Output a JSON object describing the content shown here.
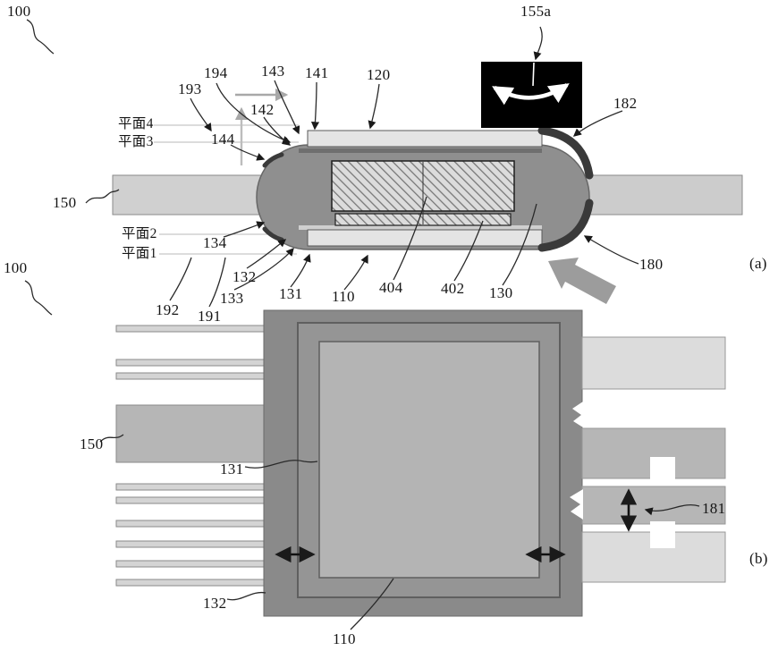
{
  "figure": {
    "panel_a": "(a)",
    "panel_b": "(b)"
  },
  "colors": {
    "body_gray": "#8f8f8f",
    "lead_light": "#d9d9d9",
    "lead_mid": "#b6b6b6",
    "plate_light": "#e4e4e4",
    "clip_dark": "#3a3a3a",
    "inset_black": "#000000",
    "package_gray": "#8a8a8a",
    "inner_gray": "#b4b4b4",
    "arrow_gray": "#9c9c9c"
  },
  "view_a": {
    "labels": {
      "n100": "100",
      "n155a": "155a",
      "n194": "194",
      "n193": "193",
      "n143": "143",
      "n141": "141",
      "n120": "120",
      "n142": "142",
      "n144": "144",
      "plane4": "平面4",
      "plane3": "平面3",
      "plane2": "平面2",
      "plane1": "平面1",
      "n150": "150",
      "n134": "134",
      "n132": "132",
      "n133": "133",
      "n131": "131",
      "n110": "110",
      "n404": "404",
      "n402": "402",
      "n130": "130",
      "n182": "182",
      "n180": "180",
      "n192": "192",
      "n191": "191"
    }
  },
  "view_b": {
    "labels": {
      "n100": "100",
      "n150": "150",
      "n131": "131",
      "n181": "181",
      "n132": "132",
      "n110": "110"
    }
  }
}
